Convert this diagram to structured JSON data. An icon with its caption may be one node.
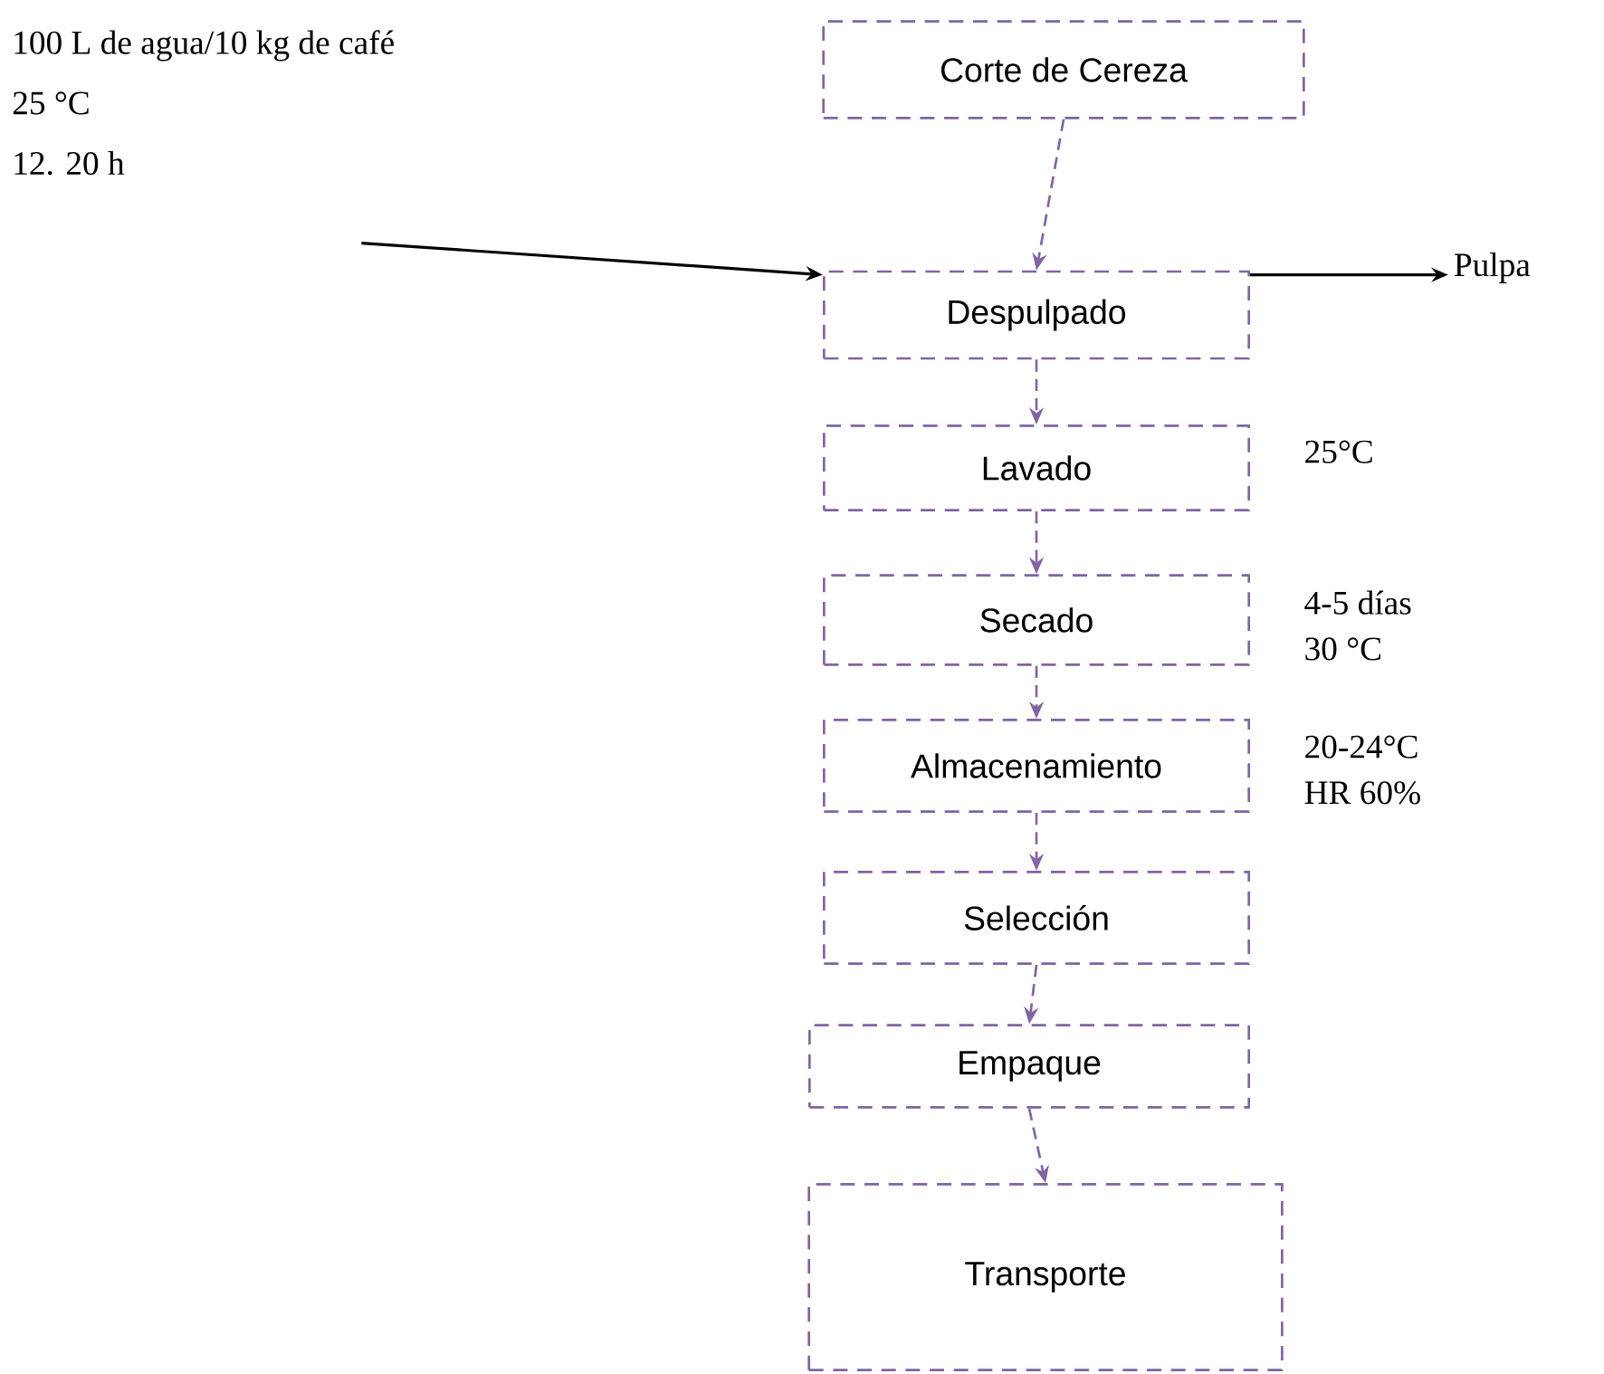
{
  "diagram": {
    "nodes": [
      {
        "text": [
          "100 L de agua/10 kg de café",
          "25 °C",
          "12. 20 h"
        ]
      },
      {
        "text": [
          "Corte de Cereza"
        ]
      },
      {
        "text": [
          "Despulpado"
        ]
      },
      {
        "text": [
          "Pulpa"
        ]
      },
      {
        "text": [
          "Lavado"
        ],
        "beside": [
          "25°C"
        ]
      },
      {
        "text": [
          "Secado"
        ],
        "beside": [
          "4-5 días",
          "30 °C"
        ]
      },
      {
        "text": [
          "Almacenamiento"
        ],
        "beside": [
          "20-24°C",
          "HR 60%"
        ]
      },
      {
        "text": [
          "Selección"
        ]
      },
      {
        "text": [
          "Empaque"
        ]
      },
      {
        "text": [
          "Transporte"
        ]
      }
    ],
    "edges": [
      {
        "from": 1,
        "to": 2,
        "arrow": "to",
        "style": "dashed"
      },
      {
        "from": 0,
        "to": 2,
        "arrow": "to",
        "color": "#000000"
      },
      {
        "from": 2,
        "to": 3,
        "arrow": "to",
        "color": "#000000"
      },
      {
        "from": 2,
        "to": 4,
        "arrow": "to",
        "style": "dashed"
      },
      {
        "from": 4,
        "to": 5,
        "arrow": "to",
        "style": "dashed"
      },
      {
        "from": 5,
        "to": 6,
        "arrow": "to",
        "style": "dashed"
      },
      {
        "from": 6,
        "to": 7,
        "arrow": "to",
        "style": "dashed"
      },
      {
        "from": 7,
        "to": 8,
        "arrow": "to",
        "style": "dashed"
      },
      {
        "from": 8,
        "to": 9,
        "arrow": "to",
        "style": "dashed"
      }
    ]
  }
}
